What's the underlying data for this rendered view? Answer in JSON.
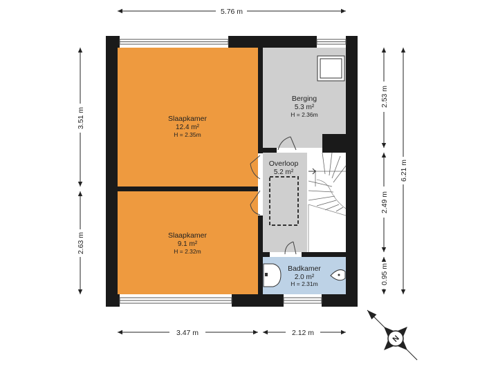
{
  "rooms": [
    {
      "name": "Slaapkamer",
      "area": "12.4 m²",
      "height": "H = 2.35m"
    },
    {
      "name": "Berging",
      "area": "5.3 m²",
      "height": "H = 2.36m"
    },
    {
      "name": "Overloop",
      "area": "5.2 m²",
      "height": ""
    },
    {
      "name": "Slaapkamer",
      "area": "9.1 m²",
      "height": "H = 2.32m"
    },
    {
      "name": "Badkamer",
      "area": "2.0 m²",
      "height": "H = 2.31m"
    }
  ],
  "dimensions": {
    "top_width": "5.76 m",
    "bottom_left": "3.47 m",
    "bottom_right": "2.12 m",
    "left_upper": "3.51 m",
    "left_lower": "2.63 m",
    "right_1": "2.53 m",
    "right_2": "2.49 m",
    "right_3": "0.95 m",
    "right_total": "6.21 m"
  },
  "compass": {
    "label": "N"
  },
  "colors": {
    "bedroom": "#ee9a3f",
    "service": "#cfcfcf",
    "bathroom": "#bdd2e6",
    "wall": "#1a1a1a"
  }
}
